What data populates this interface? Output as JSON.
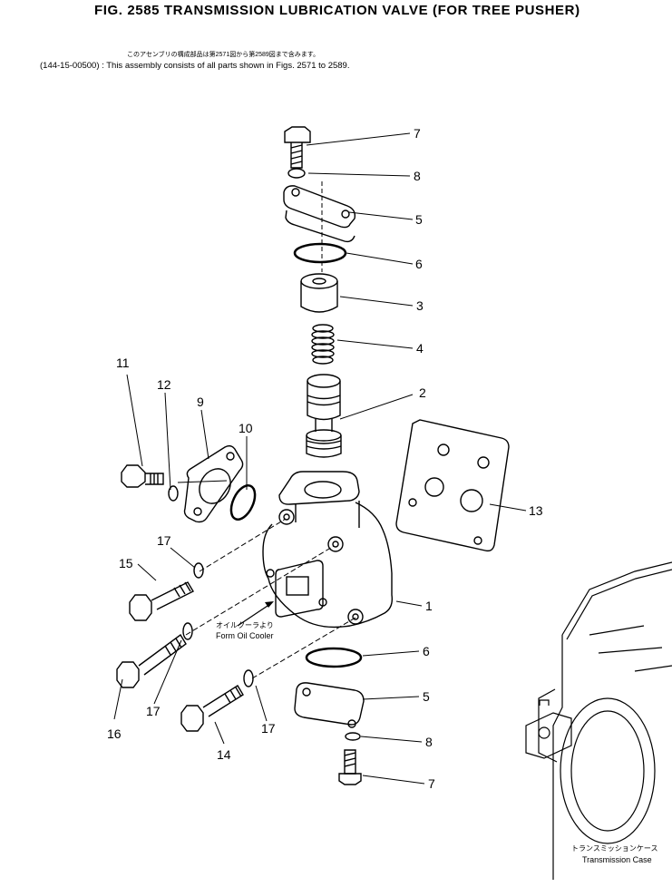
{
  "header": {
    "title": "FIG. 2585  TRANSMISSION LUBRICATION VALVE (FOR TREE PUSHER)",
    "note_jp": "このアセンブリの構成部品は第2571図から第2589図まで含みます。",
    "note": "(144-15-00500) : This assembly consists of all parts shown in Figs. 2571 to 2589."
  },
  "callouts": {
    "p1": "1",
    "p2": "2",
    "p3": "3",
    "p4": "4",
    "p5a": "5",
    "p5b": "5",
    "p6a": "6",
    "p6b": "6",
    "p7a": "7",
    "p7b": "7",
    "p8a": "8",
    "p8b": "8",
    "p9": "9",
    "p10": "10",
    "p11": "11",
    "p12": "12",
    "p13": "13",
    "p14": "14",
    "p15": "15",
    "p16": "16",
    "p17a": "17",
    "p17b": "17",
    "p17c": "17"
  },
  "annotations": {
    "oil_jp": "オイルクーラより",
    "oil": "Form Oil Cooler",
    "case_jp": "トランスミッションケース",
    "case": "Transmission Case"
  }
}
